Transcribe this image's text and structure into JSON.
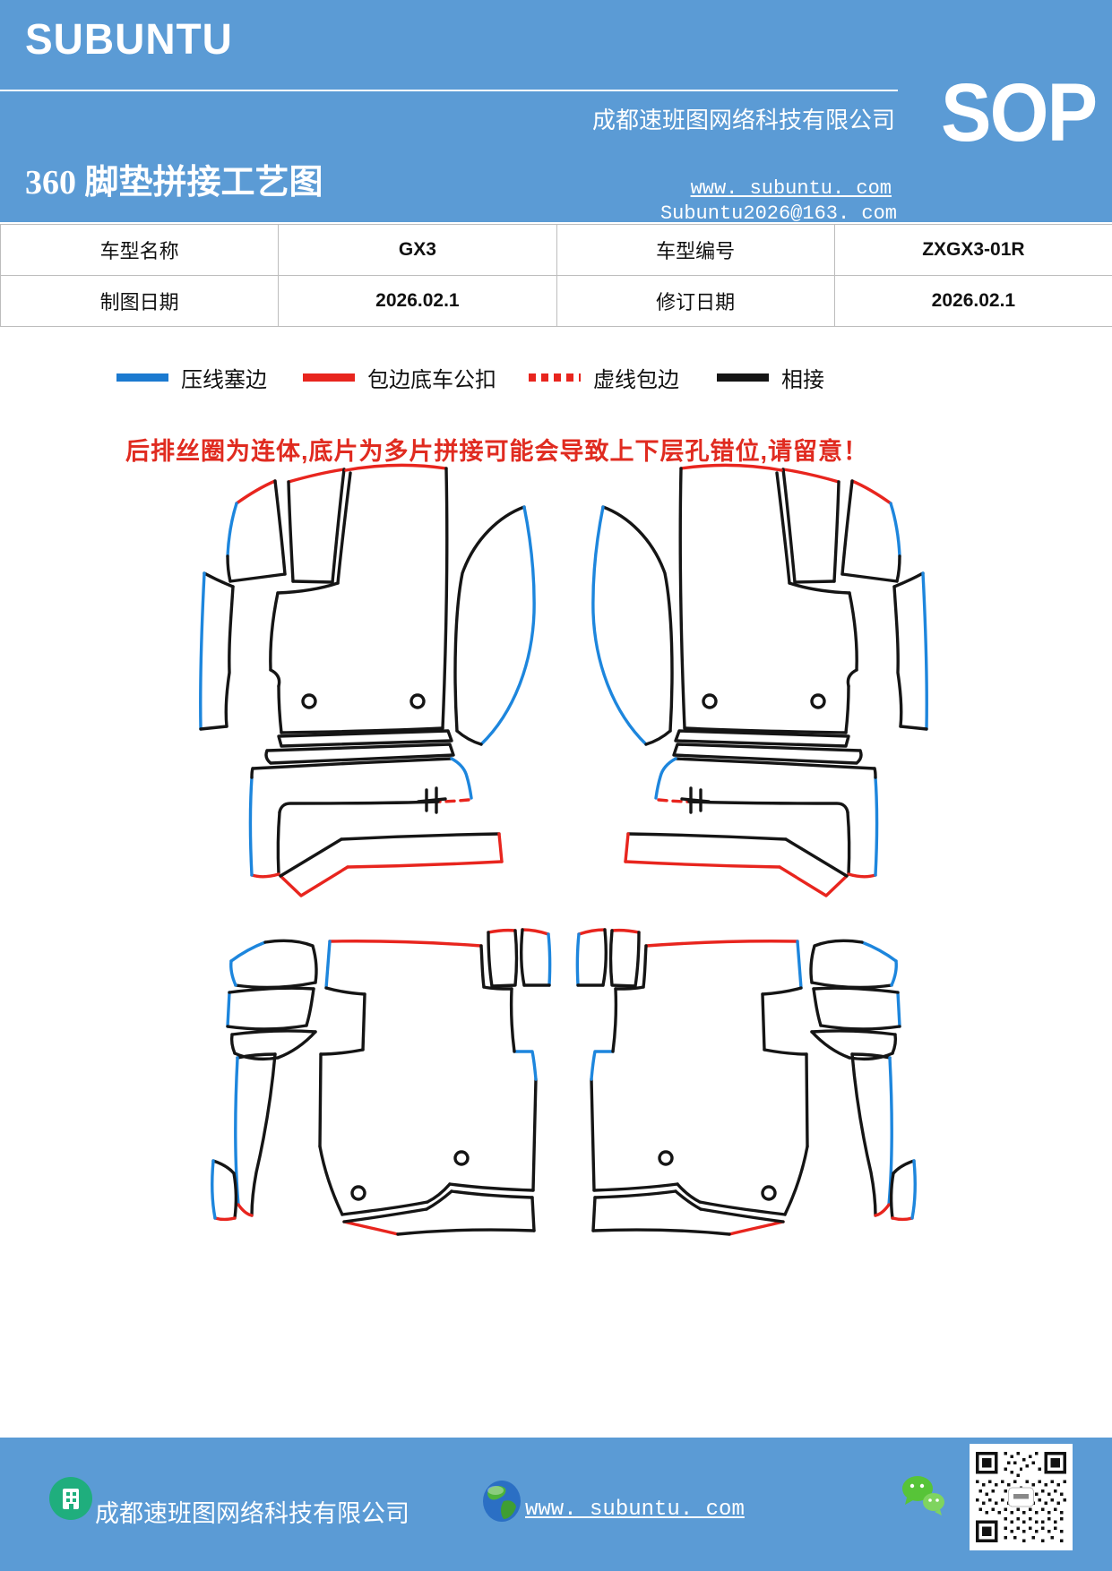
{
  "header": {
    "brand": "SUBUNTU",
    "title": "360 脚垫拼接工艺图",
    "company": "成都速班图网络科技有限公司",
    "website": "www. subuntu. com",
    "email": "Subuntu2026@163. com",
    "badge": "SOP"
  },
  "info_table": {
    "rows": [
      {
        "cells": [
          "车型名称",
          "GX3",
          "车型编号",
          "ZXGX3-01R"
        ]
      },
      {
        "cells": [
          "制图日期",
          "2026.02.1",
          "修订日期",
          "2026.02.1"
        ]
      }
    ]
  },
  "legend": {
    "items": [
      {
        "label": "压线塞边",
        "style": "solid",
        "color": "#1b7ad0"
      },
      {
        "label": "包边底车公扣",
        "style": "solid",
        "color": "#e8251e"
      },
      {
        "label": "虚线包边",
        "style": "dashed",
        "color": "#e8251e"
      },
      {
        "label": "相接",
        "style": "solid",
        "color": "#151515"
      }
    ]
  },
  "warning": "后排丝圈为连体,底片为多片拼接可能会导致上下层孔错位,请留意！",
  "footer": {
    "company": "成都速班图网络科技有限公司",
    "website": "www. subuntu. com"
  },
  "colors": {
    "banner_blue": "#5b9bd5",
    "stitch_blue": "#1d86dd",
    "bind_red": "#e8251e",
    "join_black": "#151515"
  }
}
